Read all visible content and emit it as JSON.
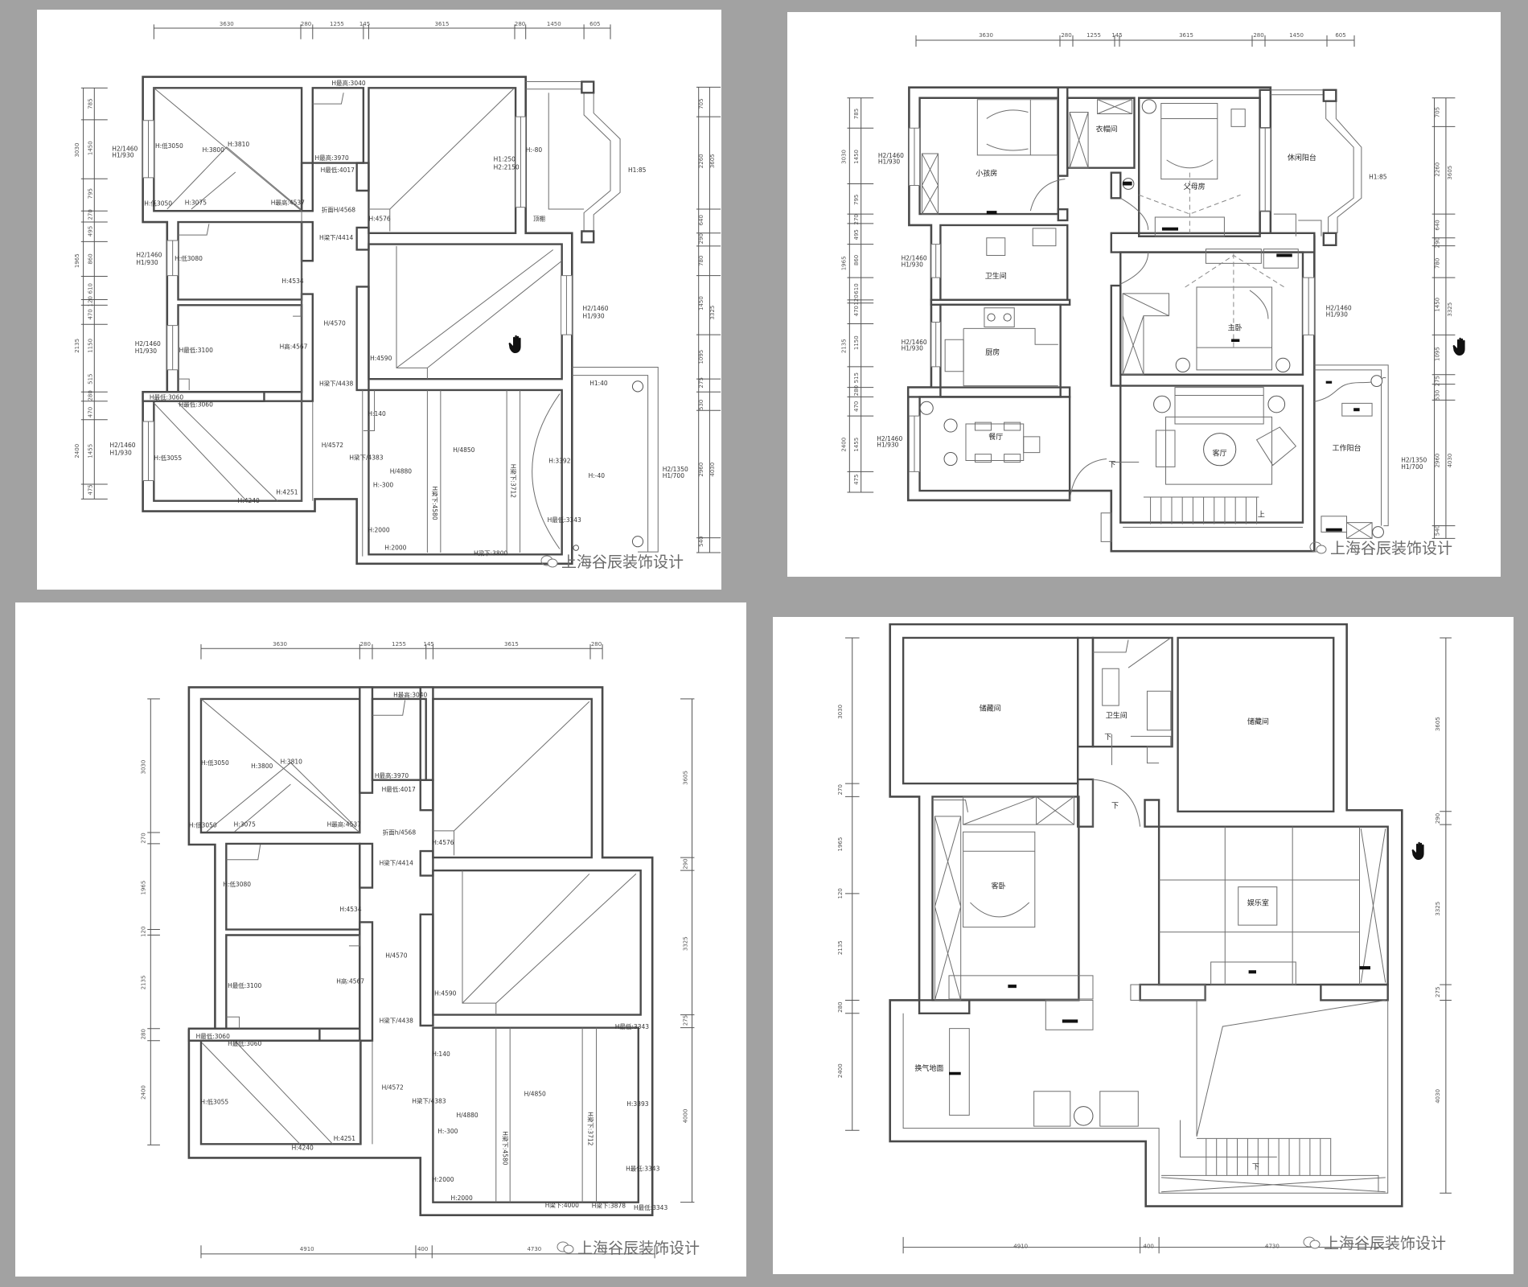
{
  "watermark": "上海谷辰装饰设计",
  "p1": {
    "top": [
      "3630",
      "280",
      "1255",
      "145",
      "3615",
      "280",
      "1450",
      "605"
    ],
    "left": [
      "3030",
      "785",
      "1450",
      "795",
      "270",
      "495",
      "1965",
      "860",
      "610",
      "120",
      "470",
      "2135",
      "1150",
      "515",
      "280",
      "470",
      "2400",
      "1455",
      "475"
    ],
    "right": [
      "705",
      "2260",
      "3605",
      "640",
      "290",
      "780",
      "1450",
      "3325",
      "1095",
      "275",
      "530",
      "2960",
      "4030",
      "540"
    ],
    "labels": [
      "H2/1460",
      "H1/930",
      "H2/1460",
      "H1/930",
      "H2/1460",
      "H1/930",
      "H2/1460",
      "H1/930",
      "H2/1460",
      "H1/930",
      "H2/1350",
      "H1/700",
      "H:低3050",
      "H:3800",
      "H:3810",
      "H:低3050",
      "H:3075",
      "H最高:4537",
      "H最高:3040",
      "H最高:3970",
      "H最低:4017",
      "折面H/4568",
      "H:4576",
      "H1:250",
      "H2:2150",
      "H:-80",
      "H1:85",
      "顶棚",
      "H梁下/4414",
      "H:低3080",
      "H:4534",
      "H/4570",
      "H高:4567",
      "H最低:3100",
      "H:4590",
      "H梁下/4438",
      "H1:40",
      "H最低:3060",
      "H最低:3060",
      "H:140",
      "H/4572",
      "H梁下/4383",
      "H/4850",
      "H/4880",
      "H:-300",
      "H:3392",
      "H:-40",
      "H最低:3343",
      "H:低3055",
      "H:4251",
      "H:4240",
      "H:2000",
      "H:2000",
      "H梁下:3800",
      "H梁下:3712",
      "H梁下:4580"
    ]
  },
  "p2": {
    "top": [
      "3630",
      "280",
      "1255",
      "145",
      "3615",
      "280",
      "1450",
      "605"
    ],
    "left": [
      "3030",
      "785",
      "1450",
      "795",
      "270",
      "495",
      "1965",
      "860",
      "610",
      "120",
      "470",
      "2135",
      "1150",
      "515",
      "280",
      "470",
      "2400",
      "1455",
      "475"
    ],
    "right": [
      "705",
      "2260",
      "3605",
      "640",
      "290",
      "780",
      "1450",
      "3325",
      "1095",
      "275",
      "530",
      "2960",
      "4030",
      "540"
    ],
    "rooms": [
      "小孩房",
      "衣帽间",
      "父母房",
      "休闲阳台",
      "卫生间",
      "厨房",
      "主卧",
      "餐厅",
      "客厅",
      "工作阳台",
      "下",
      "上"
    ],
    "labels": [
      "H1:85",
      "H2/1460",
      "H1/930",
      "H2/1460",
      "H1/930",
      "H2/1460",
      "H1/930",
      "H2/1460",
      "H1/930",
      "H2/1460",
      "H1/930",
      "H2/1350",
      "H1/700"
    ]
  },
  "p3": {
    "top": [
      "3630",
      "280",
      "1255",
      "145",
      "3615",
      "280"
    ],
    "left": [
      "3030",
      "270",
      "1965",
      "120",
      "2135",
      "280",
      "2400"
    ],
    "right": [
      "3605",
      "290",
      "3325",
      "275",
      "4000"
    ],
    "bottom": [
      "4910",
      "400",
      "4730"
    ],
    "labels": [
      "H:低3050",
      "H:3800",
      "H:3810",
      "H:低3050",
      "H:3075",
      "H最高:4537",
      "H最高:3040",
      "H最高:3970",
      "H最低:4017",
      "折面h/4568",
      "H:4576",
      "H梁下/4414",
      "H:低3080",
      "H:4534",
      "H/4570",
      "H高:4567",
      "H最低:3100",
      "H:4590",
      "H梁下/4438",
      "H最低:3060",
      "H最低:3060",
      "H:140",
      "H/4572",
      "H梁下/4383",
      "H/4850",
      "H/4880",
      "H:-300",
      "H:低3055",
      "H:4251",
      "H:4240",
      "H:2000",
      "H:2000",
      "H梁下:4000",
      "H梁下:3878",
      "H最低:3343",
      "H:3393",
      "H最低:3343",
      "H最低:3343",
      "H梁下:4580",
      "H梁下:3712"
    ]
  },
  "p4": {
    "left": [
      "3030",
      "270",
      "1965",
      "120",
      "2135",
      "280",
      "2400"
    ],
    "right": [
      "3605",
      "290",
      "3325",
      "275",
      "4030"
    ],
    "bottom": [
      "4910",
      "400",
      "4730"
    ],
    "rooms": [
      "储藏间",
      "卫生间",
      "储藏间",
      "下",
      "下",
      "客卧",
      "娱乐室",
      "换气地面",
      "下"
    ]
  }
}
